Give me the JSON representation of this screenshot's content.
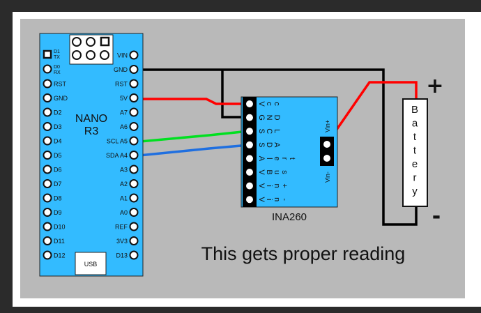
{
  "nano": {
    "title_line1": "NANO",
    "title_line2": "R3",
    "usb_label": "USB",
    "left_pins": [
      "D1 TX",
      "D0 RX",
      "RST",
      "GND",
      "D2",
      "D3",
      "D4",
      "D5",
      "D6",
      "D7",
      "D8",
      "D9",
      "D10",
      "D11",
      "D12"
    ],
    "right_pins": [
      "VIN",
      "GND",
      "RST",
      "5V",
      "A7",
      "A6",
      "SCL A5",
      "SDA A4",
      "A3",
      "A2",
      "A1",
      "A0",
      "REF",
      "3V3",
      "D13"
    ]
  },
  "ina260": {
    "title": "INA260",
    "pin_labels": [
      "Vcc",
      "GND",
      "SCL",
      "SDA",
      "Alert",
      "VBus",
      "Vin+",
      "Vin-"
    ],
    "vin_plus": "Vin+",
    "vin_minus": "Vin-"
  },
  "battery": {
    "label": "Battery",
    "plus": "+",
    "minus": "-"
  },
  "caption": "This gets proper reading",
  "colors": {
    "background": "#b9b9b9",
    "board": "#33bbff",
    "wire_black": "#000000",
    "wire_red": "#ff0000",
    "wire_green": "#00e020",
    "wire_blue": "#1f6fe0"
  }
}
